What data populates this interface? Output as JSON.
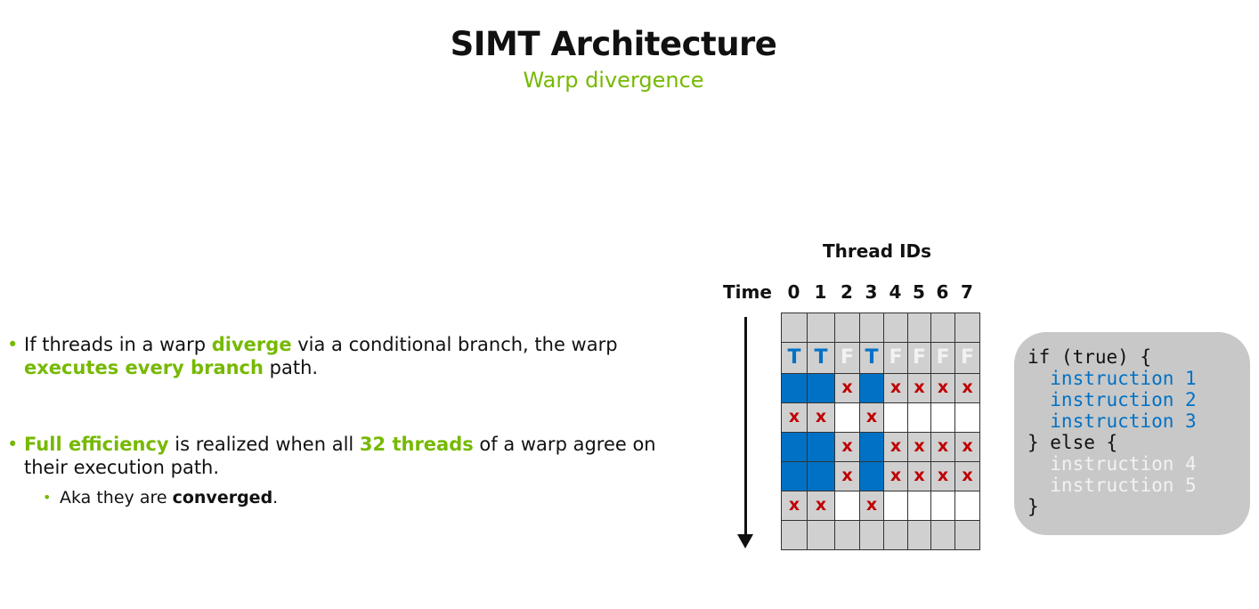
{
  "title": "SIMT Architecture",
  "subtitle": "Warp divergence",
  "bullets": [
    {
      "parts": [
        {
          "text": "If threads in a warp ",
          "hl": false
        },
        {
          "text": "diverge",
          "hl": true
        },
        {
          "text": " via a conditional branch, the warp ",
          "hl": false
        },
        {
          "text": "executes every branch",
          "hl": true
        },
        {
          "text": " path.",
          "hl": false
        }
      ]
    },
    {
      "parts": [
        {
          "text": "Full efficiency",
          "hl": true
        },
        {
          "text": " is realized when all ",
          "hl": false
        },
        {
          "text": "32 threads",
          "hl": true
        },
        {
          "text": " of a warp agree on their execution path.",
          "hl": false
        }
      ],
      "sub": {
        "prefix": "Aka they are ",
        "bold": "converged",
        "suffix": "."
      }
    }
  ],
  "diagram": {
    "thread_ids_label": "Thread IDs",
    "time_label": "Time",
    "thread_ids": [
      "0",
      "1",
      "2",
      "3",
      "4",
      "5",
      "6",
      "7"
    ],
    "rows": [
      [
        "g",
        "g",
        "g",
        "g",
        "g",
        "g",
        "g",
        "g"
      ],
      [
        "T",
        "T",
        "F",
        "T",
        "F",
        "F",
        "F",
        "F"
      ],
      [
        "b",
        "b",
        "x",
        "b",
        "x",
        "x",
        "x",
        "x"
      ],
      [
        "x",
        "x",
        "w",
        "x",
        "w",
        "w",
        "w",
        "w"
      ],
      [
        "b",
        "b",
        "x",
        "b",
        "x",
        "x",
        "x",
        "x"
      ],
      [
        "b",
        "b",
        "x",
        "b",
        "x",
        "x",
        "x",
        "x"
      ],
      [
        "x",
        "x",
        "w",
        "x",
        "w",
        "w",
        "w",
        "w"
      ],
      [
        "g",
        "g",
        "g",
        "g",
        "g",
        "g",
        "g",
        "g"
      ]
    ],
    "marks": {
      "x": "x",
      "T": "T",
      "F": "F"
    }
  },
  "code": [
    {
      "text": "if (true) {",
      "style": "normal"
    },
    {
      "text": "  instruction 1",
      "style": "blue"
    },
    {
      "text": "  instruction 2",
      "style": "blue"
    },
    {
      "text": "  instruction 3",
      "style": "blue"
    },
    {
      "text": "} else {",
      "style": "normal"
    },
    {
      "text": "  instruction 4",
      "style": "faded"
    },
    {
      "text": "  instruction 5",
      "style": "faded"
    },
    {
      "text": "}",
      "style": "normal"
    }
  ],
  "colors": {
    "accent_green": "#76b900",
    "active_blue": "#0071c5",
    "inactive_gray": "#d0d0d0",
    "x_red": "#c00000"
  }
}
